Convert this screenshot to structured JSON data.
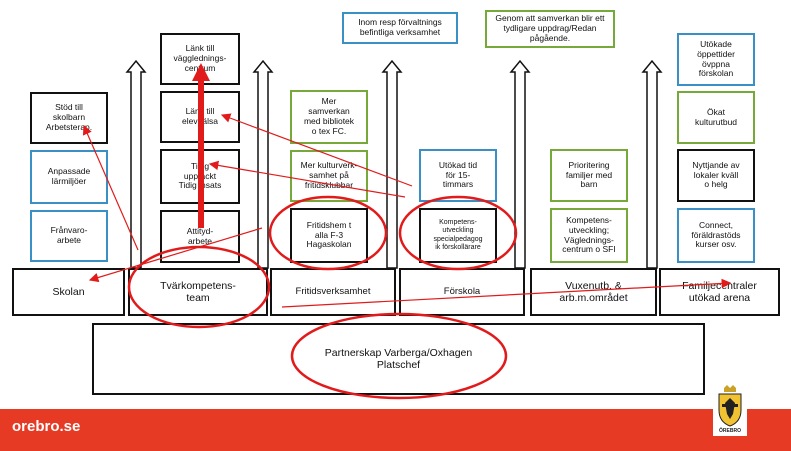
{
  "top_notes": {
    "note1": "Inom resp förvaltnings\nbefintliga verksamhet",
    "note2": "Genom att samverkan blir ett\ntydligare uppdrag/Redan\npågående."
  },
  "col_skolan": {
    "box1": "Stöd till\nskolbarn\nArbetsterap.",
    "box2": "Anpassade\nlärmiljöer",
    "box3": "Frånvaro-\narbete",
    "base": "Skolan"
  },
  "col_tvar": {
    "box1": "Länk till\nvägglednings-\ncentrum",
    "box2": "Länk till\nelevhälsa",
    "box3": "Tidig\nupptäckt\nTidig insats",
    "box4": "Attityd-\narbete",
    "base": "Tvärkompetens-\nteam"
  },
  "col_fritid": {
    "box1": "Mer\nsamverkan\nmed bibliotek\no tex FC.",
    "box2": "Mer kulturverk-\nsamhet på\nfritidsklubbar",
    "box3": "Fritidshem t\nalla F-3\nHagaskolan",
    "base": "Fritidsverksamhet"
  },
  "col_forskola": {
    "box1": "Utökad tid\nför 15-\ntimmars",
    "box2": "Kompetens-\nutveckling\nspecialpedagog\nik förskollärare",
    "base": "Förskola"
  },
  "col_vux": {
    "box1": "Prioritering\nfamiljer med\nbarn",
    "box2": "Kompetens-\nutveckling;\nVäglednings-\ncentrum o SFI",
    "base": "Vuxenutb. &\narb.m.området"
  },
  "col_fam": {
    "box1": "Utökade\nöppettider\növppna\nförskolan",
    "box2": "Ökat\nkulturutbud",
    "box3": "Nyttjande av\nlokaler kväll\no helg",
    "box4": "Connect,\nföräldrastöds\nkurser osv.",
    "base": "Familjecentraler\nutökad arena"
  },
  "foundation": {
    "line1": "Partnerskap Varberga/Oxhagen",
    "line2": "Platschef"
  },
  "footer": {
    "site": "orebro.se",
    "crest_label": "ÖREBRO"
  },
  "colors": {
    "annotation_red": "#e11b1b",
    "footer_red": "#e63a25",
    "blue_border": "#3a8fc4",
    "green_border": "#76a83a"
  }
}
